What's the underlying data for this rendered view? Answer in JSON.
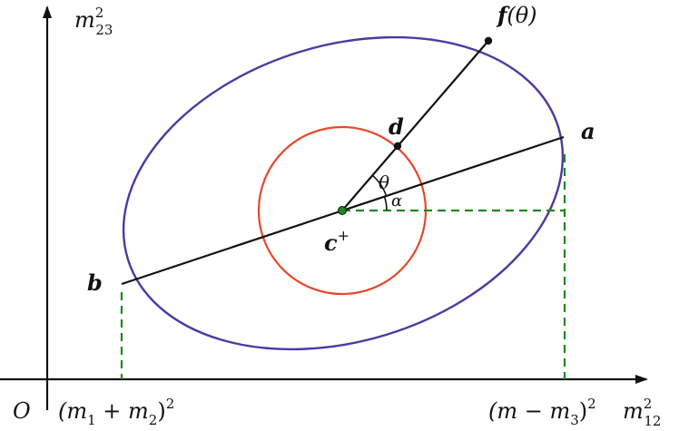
{
  "axes": {
    "origin": "O",
    "y_label": {
      "base": "m",
      "sup": "2",
      "sub": "23"
    },
    "x_label": {
      "base": "m",
      "sup": "2",
      "sub": "12"
    },
    "x_tick_left": {
      "open": "(m",
      "sub1": "1",
      "plus": " + m",
      "sub2": "2",
      "close": ")",
      "sup": "2"
    },
    "x_tick_right": {
      "open": "(m − m",
      "sub": "3",
      "close": ")",
      "sup": "2"
    }
  },
  "points": {
    "f": {
      "name": "f",
      "arg": "(θ)"
    },
    "d": "d",
    "a": "a",
    "b": "b",
    "c": {
      "name": "c",
      "sup": "+"
    }
  },
  "angles": {
    "theta": "θ",
    "alpha": "α"
  },
  "colors": {
    "ellipse": "#4b3aa3",
    "circle": "#e5492b",
    "guide": "#1e8a1e",
    "axis": "#111111",
    "line": "#111111"
  }
}
